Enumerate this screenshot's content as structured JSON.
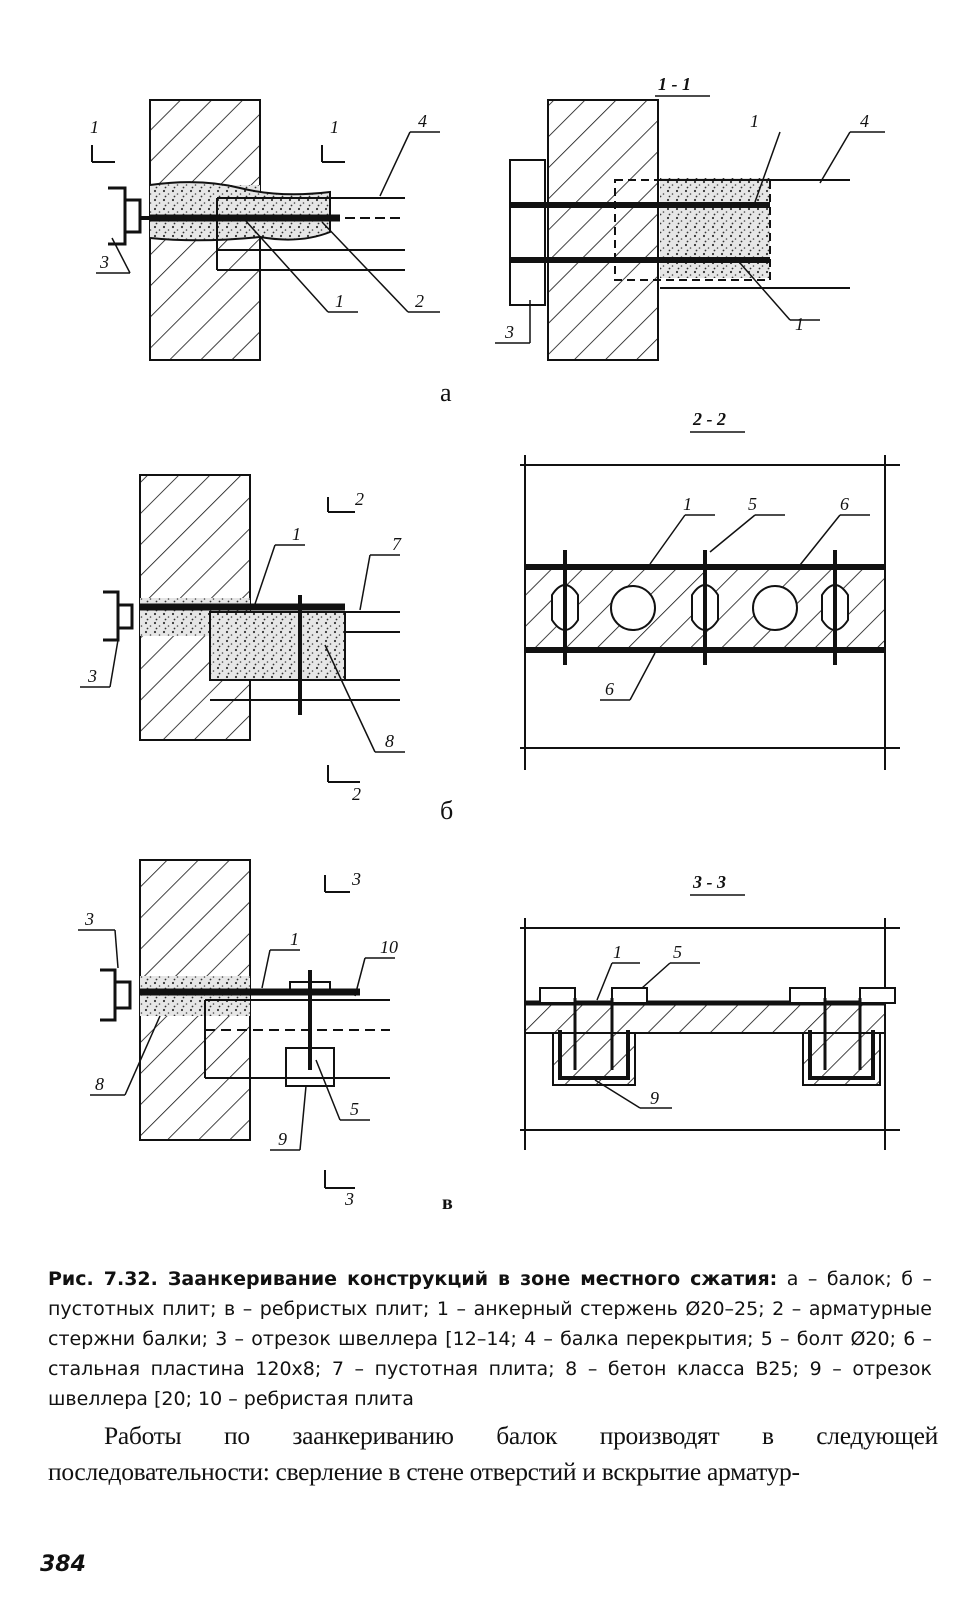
{
  "figure": {
    "section_labels": {
      "s11": "1 - 1",
      "s22": "2 - 2",
      "s33": "3 - 3"
    },
    "sublabels": {
      "a": "а",
      "b": "б",
      "v": "в"
    },
    "cut_marks": {
      "one": "1",
      "two": "2",
      "three": "3"
    },
    "callouts": {
      "a_left": [
        "3",
        "1",
        "2",
        "4"
      ],
      "a_right": [
        "1",
        "4",
        "1",
        "3"
      ],
      "b_left": [
        "1",
        "7",
        "3",
        "8"
      ],
      "b_right": [
        "1",
        "5",
        "6",
        "6"
      ],
      "v_left": [
        "3",
        "1",
        "10",
        "8",
        "5",
        "9"
      ],
      "v_right": [
        "1",
        "5",
        "9"
      ]
    }
  },
  "caption": {
    "title": "Рис. 7.32. Заанкеривание конструкций в зоне местного сжатия:",
    "text": " а – балок; б – пустотных плит; в – ребристых плит; 1 – анкерный стержень Ø20–25; 2 – арматурные стержни балки; 3 – отрезок швеллера [12–14; 4 – балка перекрытия; 5 – болт Ø20; 6 – стальная пластина 120х8; 7 – пустотная плита; 8 – бетон класса В25; 9 – отрезок швеллера [20; 10 – ребристая плита"
  },
  "body": {
    "paragraph": "Работы по заанкериванию балок производят в следующей последовательности: сверление в стене отверстий и вскрытие арматур-"
  },
  "page_number": "384"
}
